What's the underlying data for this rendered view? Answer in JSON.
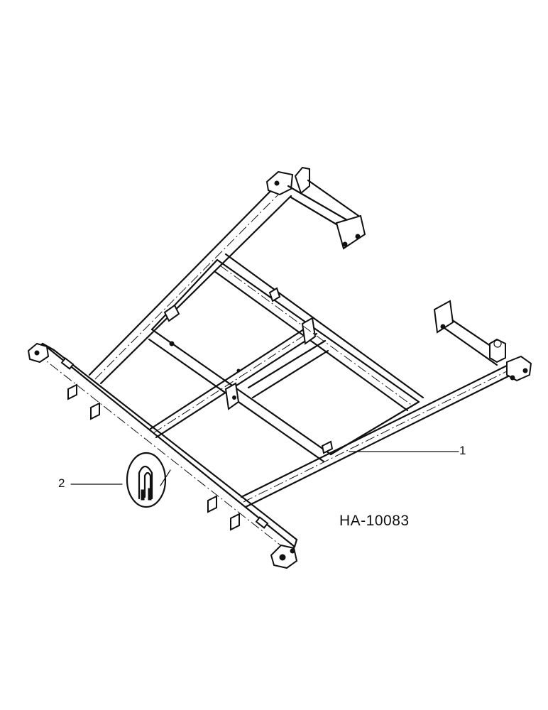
{
  "drawing": {
    "id_label": "HA-10083"
  },
  "callouts": [
    {
      "number": "1"
    },
    {
      "number": "2"
    }
  ]
}
